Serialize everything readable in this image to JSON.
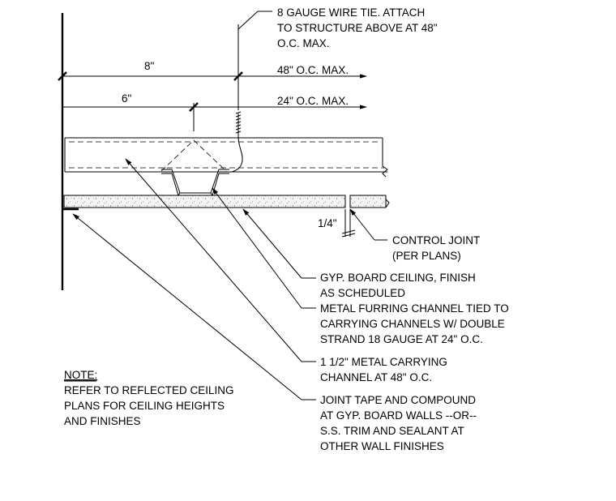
{
  "dimensions": {
    "eight_inch": "8\"",
    "six_inch": "6\"",
    "quarter_inch": "1/4\""
  },
  "spacing_labels": {
    "carrying_spacing": "48\" O.C. MAX.",
    "furring_spacing": "24\" O.C. MAX."
  },
  "callouts": {
    "wire_tie": [
      "8 GAUGE WIRE TIE.  ATTACH",
      "TO STRUCTURE ABOVE AT 48\"",
      "O.C. MAX."
    ],
    "control_joint": [
      "CONTROL JOINT",
      "(PER PLANS)"
    ],
    "gyp_board": [
      "GYP. BOARD CEILING, FINISH",
      "AS SCHEDULED"
    ],
    "furring_channel": [
      "METAL FURRING CHANNEL TIED TO",
      "CARRYING CHANNELS W/ DOUBLE",
      "STRAND 18 GAUGE AT 24\" O.C."
    ],
    "carrying_channel": [
      "1 1/2\" METAL CARRYING",
      "CHANNEL AT 48\" O.C."
    ],
    "joint_tape": [
      "JOINT TAPE AND COMPOUND",
      "AT GYP. BOARD WALLS --OR--",
      "S.S. TRIM AND SEALANT AT",
      "OTHER WALL FINISHES"
    ]
  },
  "note": {
    "heading": "NOTE:",
    "lines": [
      "REFER TO REFLECTED CEILING",
      "PLANS FOR CEILING HEIGHTS",
      "AND FINISHES"
    ]
  }
}
